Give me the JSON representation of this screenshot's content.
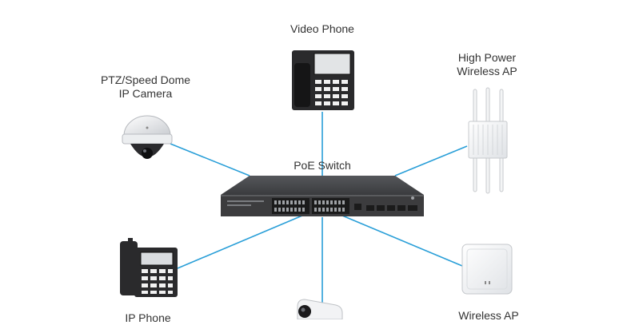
{
  "labels": {
    "video_phone": "Video Phone",
    "ptz_camera": [
      "PTZ/Speed Dome",
      "IP Camera"
    ],
    "high_power_ap": [
      "High Power",
      "Wireless AP"
    ],
    "poe_switch": "PoE Switch",
    "ip_phone": "IP Phone",
    "wireless_ap": "Wireless AP"
  },
  "colors": {
    "link_line": "#2a9fd8",
    "switch_body": "#3c3c3e",
    "port_block": "#1b1b1b"
  },
  "icons": [
    "video-phone-icon",
    "dome-camera-icon",
    "high-power-ap-icon",
    "poe-switch-icon",
    "ip-phone-icon",
    "bullet-camera-icon",
    "wireless-ap-icon"
  ]
}
